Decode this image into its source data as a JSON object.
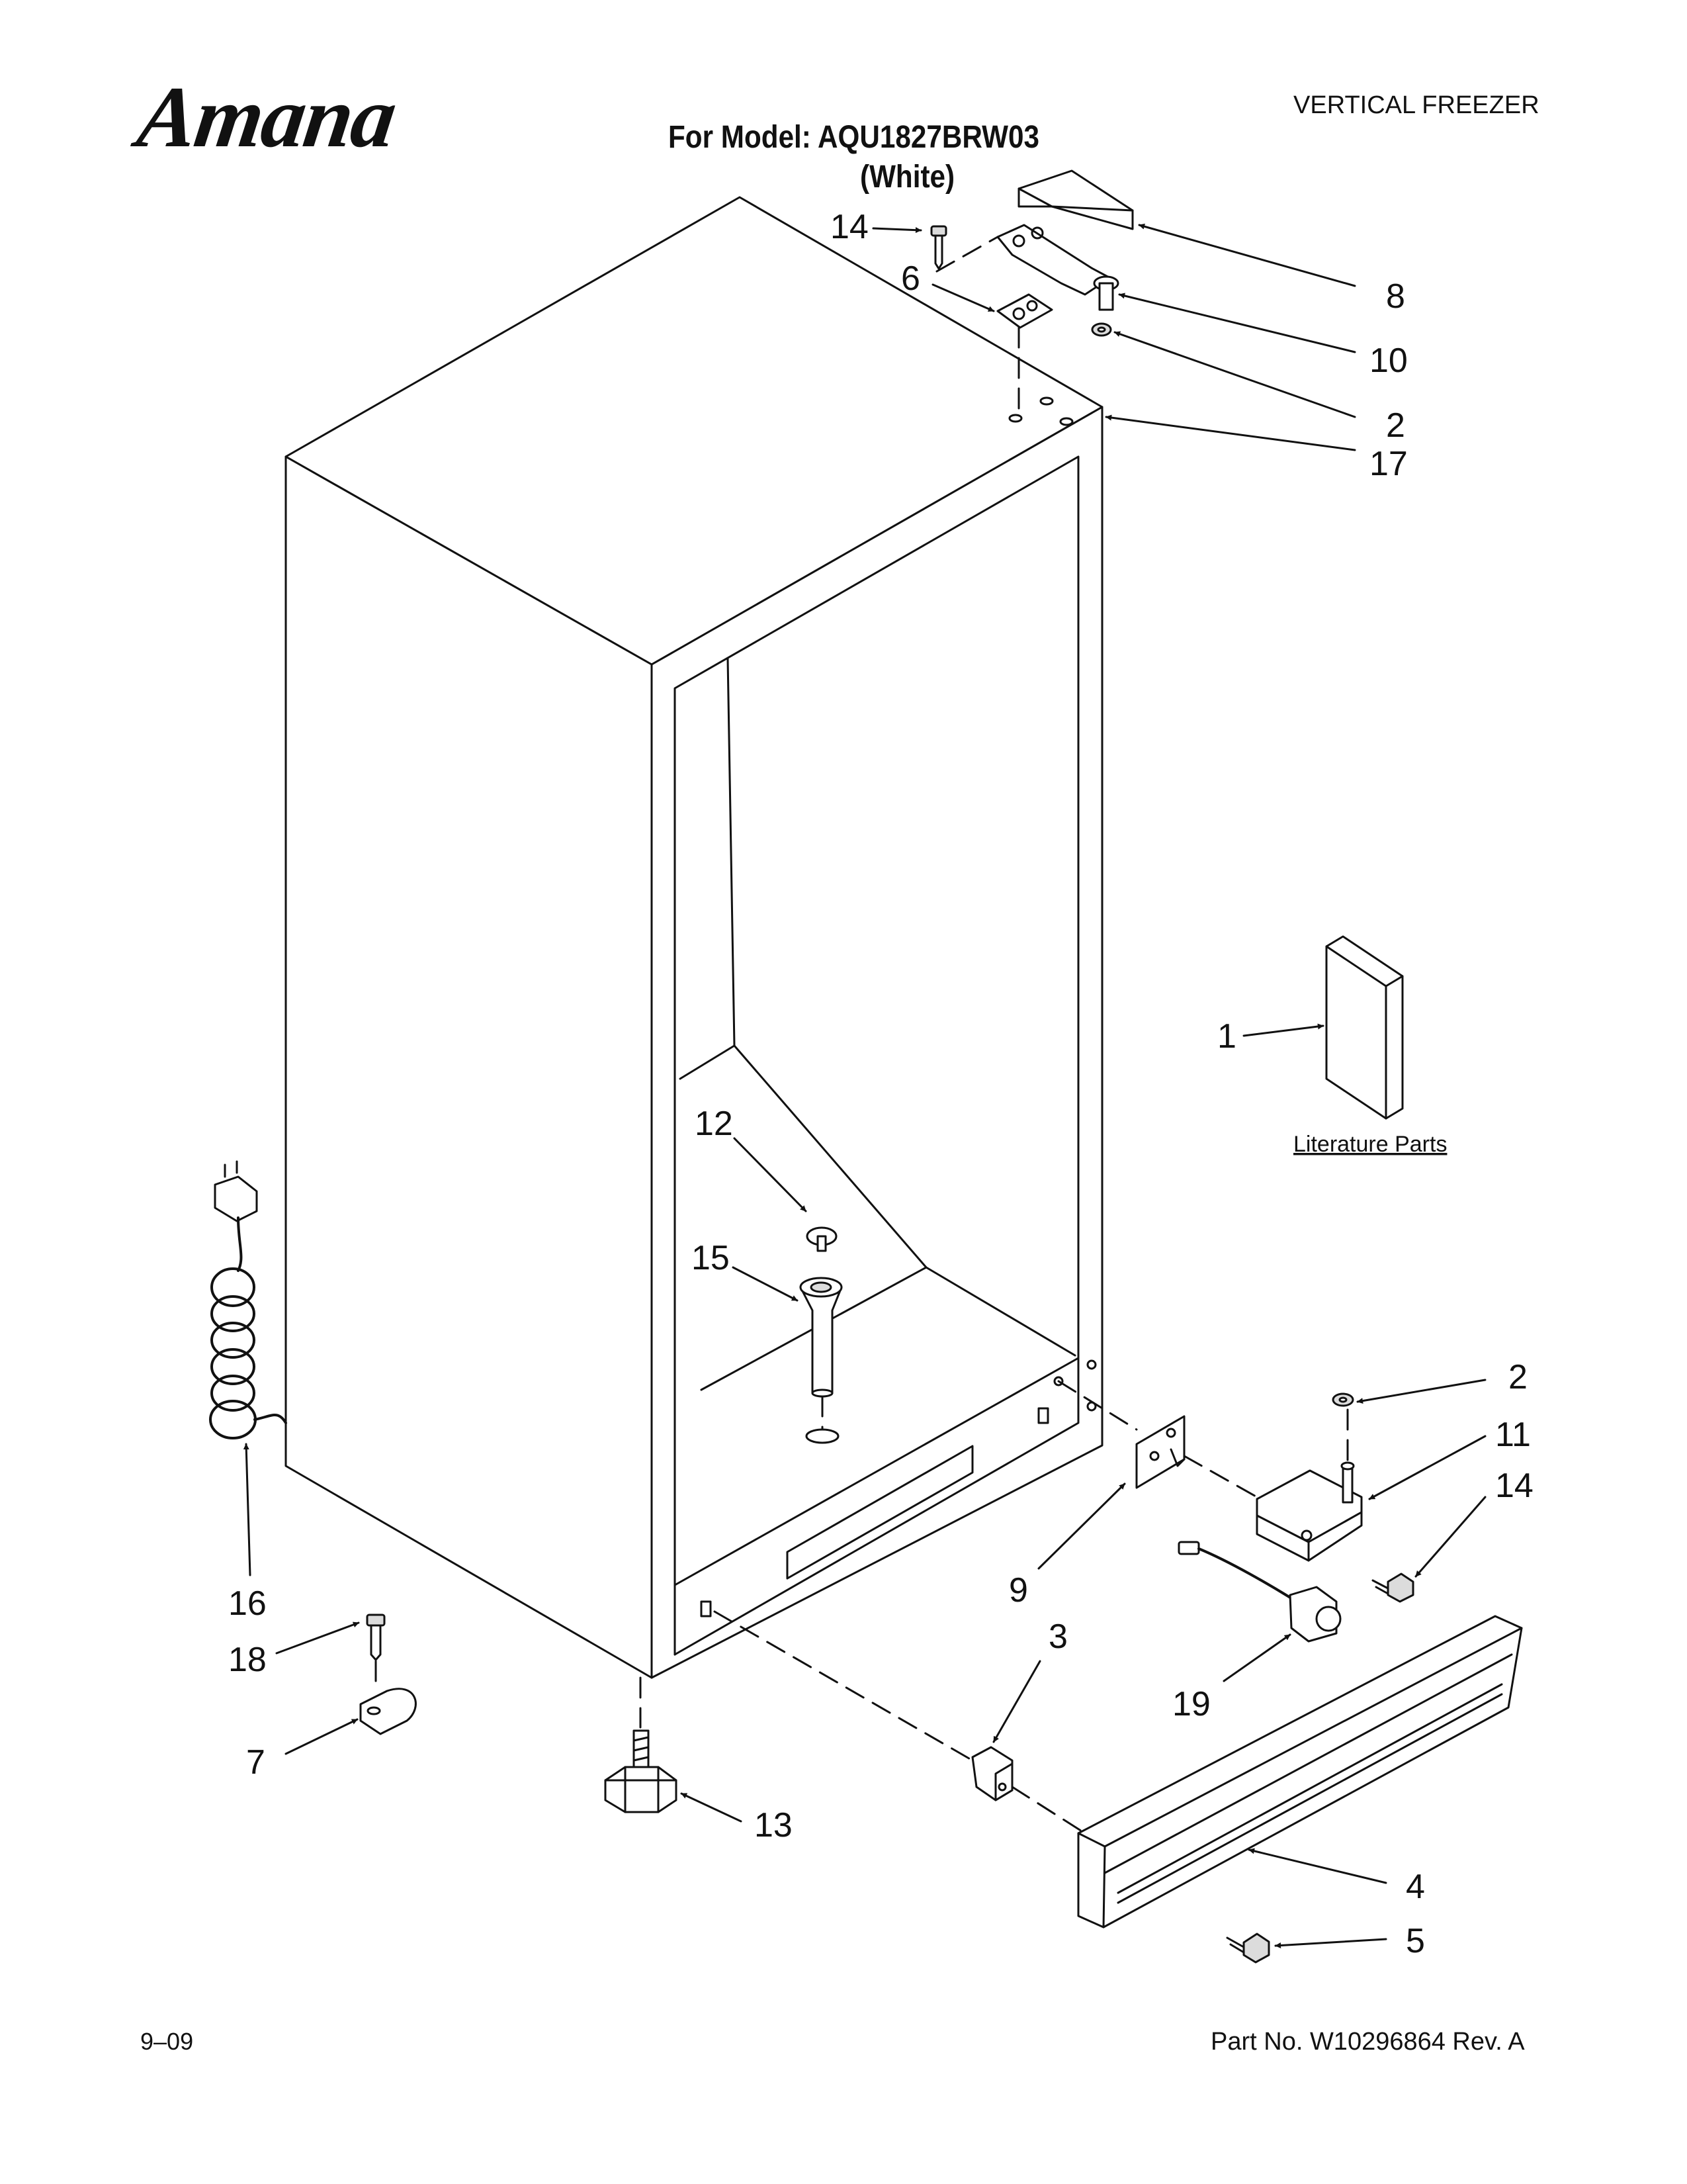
{
  "header": {
    "brand": "Amana",
    "model_line": "For Model: AQU1827BRW03",
    "color_line": "(White)",
    "category": "VERTICAL FREEZER"
  },
  "footer": {
    "date": "9–09",
    "part_number": "Part No. W10296864 Rev. A"
  },
  "callouts": {
    "c1": "1",
    "c2a": "2",
    "c2b": "2",
    "c3": "3",
    "c4": "4",
    "c5": "5",
    "c6": "6",
    "c7": "7",
    "c8": "8",
    "c9": "9",
    "c10": "10",
    "c11": "11",
    "c12": "12",
    "c13": "13",
    "c14a": "14",
    "c14b": "14",
    "c15": "15",
    "c16": "16",
    "c17": "17",
    "c18": "18",
    "c19": "19"
  },
  "literature_label": "Literature Parts",
  "colors": {
    "ink": "#111111",
    "paper": "#ffffff"
  }
}
